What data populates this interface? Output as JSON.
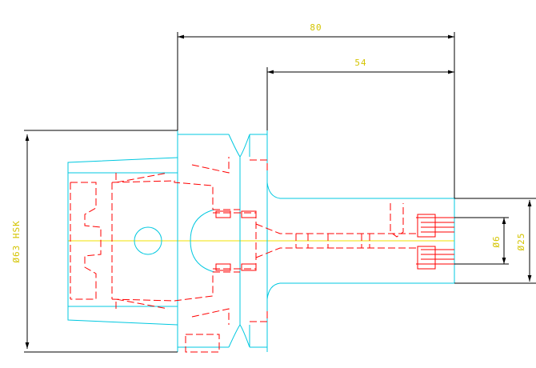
{
  "dimensions": {
    "overall_length": "80",
    "shank_length": "54",
    "flange_diameter": "Ø63 HSK",
    "bore_diameter": "Ø6",
    "nose_diameter": "Ø25"
  },
  "colors": {
    "outline": "#00c8e0",
    "hidden": "#ff0000",
    "dimension": "#000000",
    "dim_text": "#d4c400",
    "centerline": "#f0e000"
  }
}
